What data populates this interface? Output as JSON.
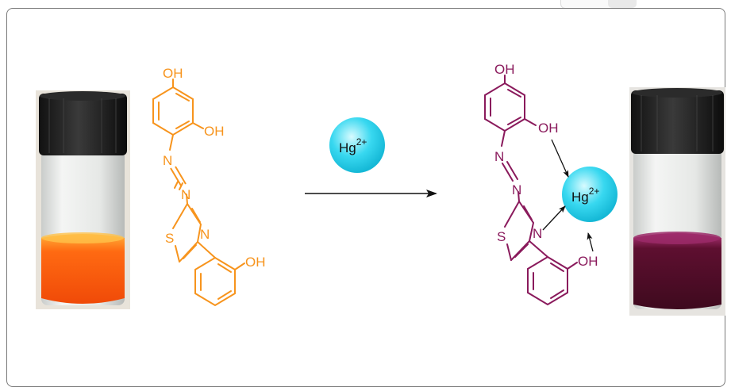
{
  "scheme": {
    "reagent": {
      "symbol": "Hg",
      "charge": "2+"
    },
    "left_compound": {
      "color": "#f7941d",
      "labels": {
        "oh_top": "OH",
        "oh_mid": "OH",
        "n1": "N",
        "n2": "N",
        "s": "S",
        "n_ring": "N",
        "oh_phenyl": "OH"
      }
    },
    "right_compound": {
      "color": "#8a1a5c",
      "labels": {
        "oh_top": "OH",
        "oh_mid": "OH",
        "n1": "N",
        "n2": "N",
        "s": "S",
        "n_ring": "N",
        "oh_phenyl": "OH"
      },
      "bound_ion": {
        "symbol": "Hg",
        "charge": "2+"
      }
    },
    "vials": {
      "left_liquid_color": "#ff5a0a",
      "right_liquid_color": "#5a0e2c"
    },
    "ion_color": "#38d8f0"
  }
}
